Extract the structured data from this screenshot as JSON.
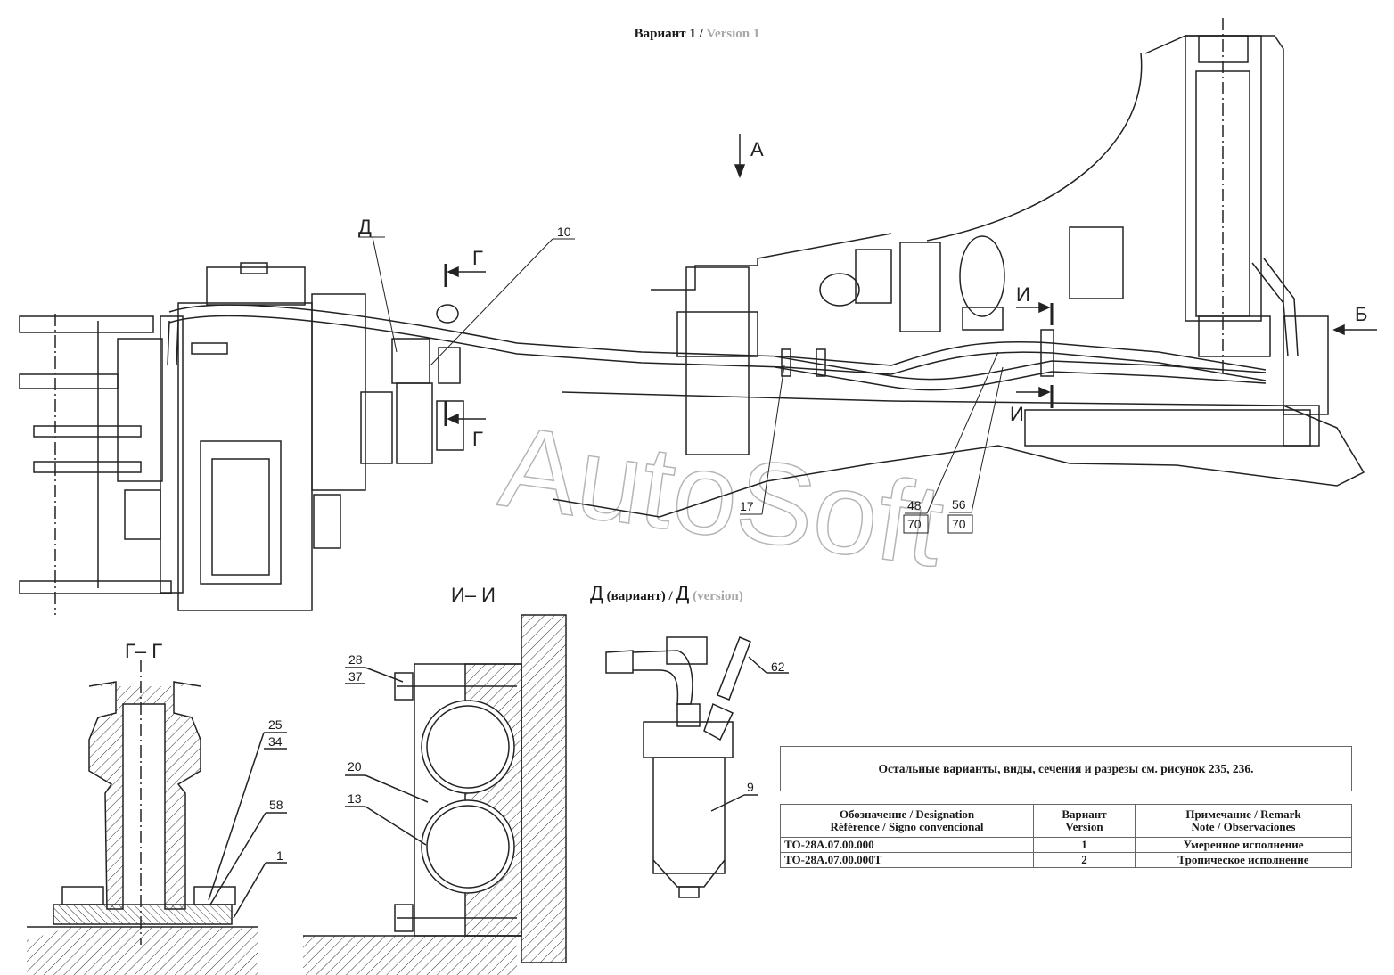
{
  "title": {
    "ru": "Вариант 1 /",
    "en": "Version 1"
  },
  "sections": {
    "view_a": "А",
    "view_b": "Б",
    "d": "Д",
    "g_mark": "Г",
    "i_mark": "И",
    "ii": "И– И",
    "gg": "Г– Г",
    "d_variant": {
      "letter": "Д",
      "ru": "(вариант) /",
      "letter2": "Д",
      "en": "(version)"
    }
  },
  "callouts": {
    "c10": "10",
    "c17": "17",
    "c48": "48",
    "c70a": "70",
    "c56": "56",
    "c70b": "70",
    "c28": "28",
    "c37": "37",
    "c20": "20",
    "c13": "13",
    "c25": "25",
    "c34": "34",
    "c58": "58",
    "c1": "1",
    "c62": "62",
    "c9": "9"
  },
  "watermark": "AutoSoft",
  "note": "Остальные варианты, виды, сечения и разрезы см. рисунок 235, 236.",
  "table": {
    "headers": [
      "Обозначение / Designation\nRéférence / Signo convencional",
      "Вариант\nVersion",
      "Примечание / Remark\nNote / Observaciones"
    ],
    "rows": [
      [
        "ТО-28А.07.00.000",
        "1",
        "Умеренное исполнение"
      ],
      [
        "ТО-28А.07.00.000Т",
        "2",
        "Тропическое исполнение"
      ]
    ]
  }
}
